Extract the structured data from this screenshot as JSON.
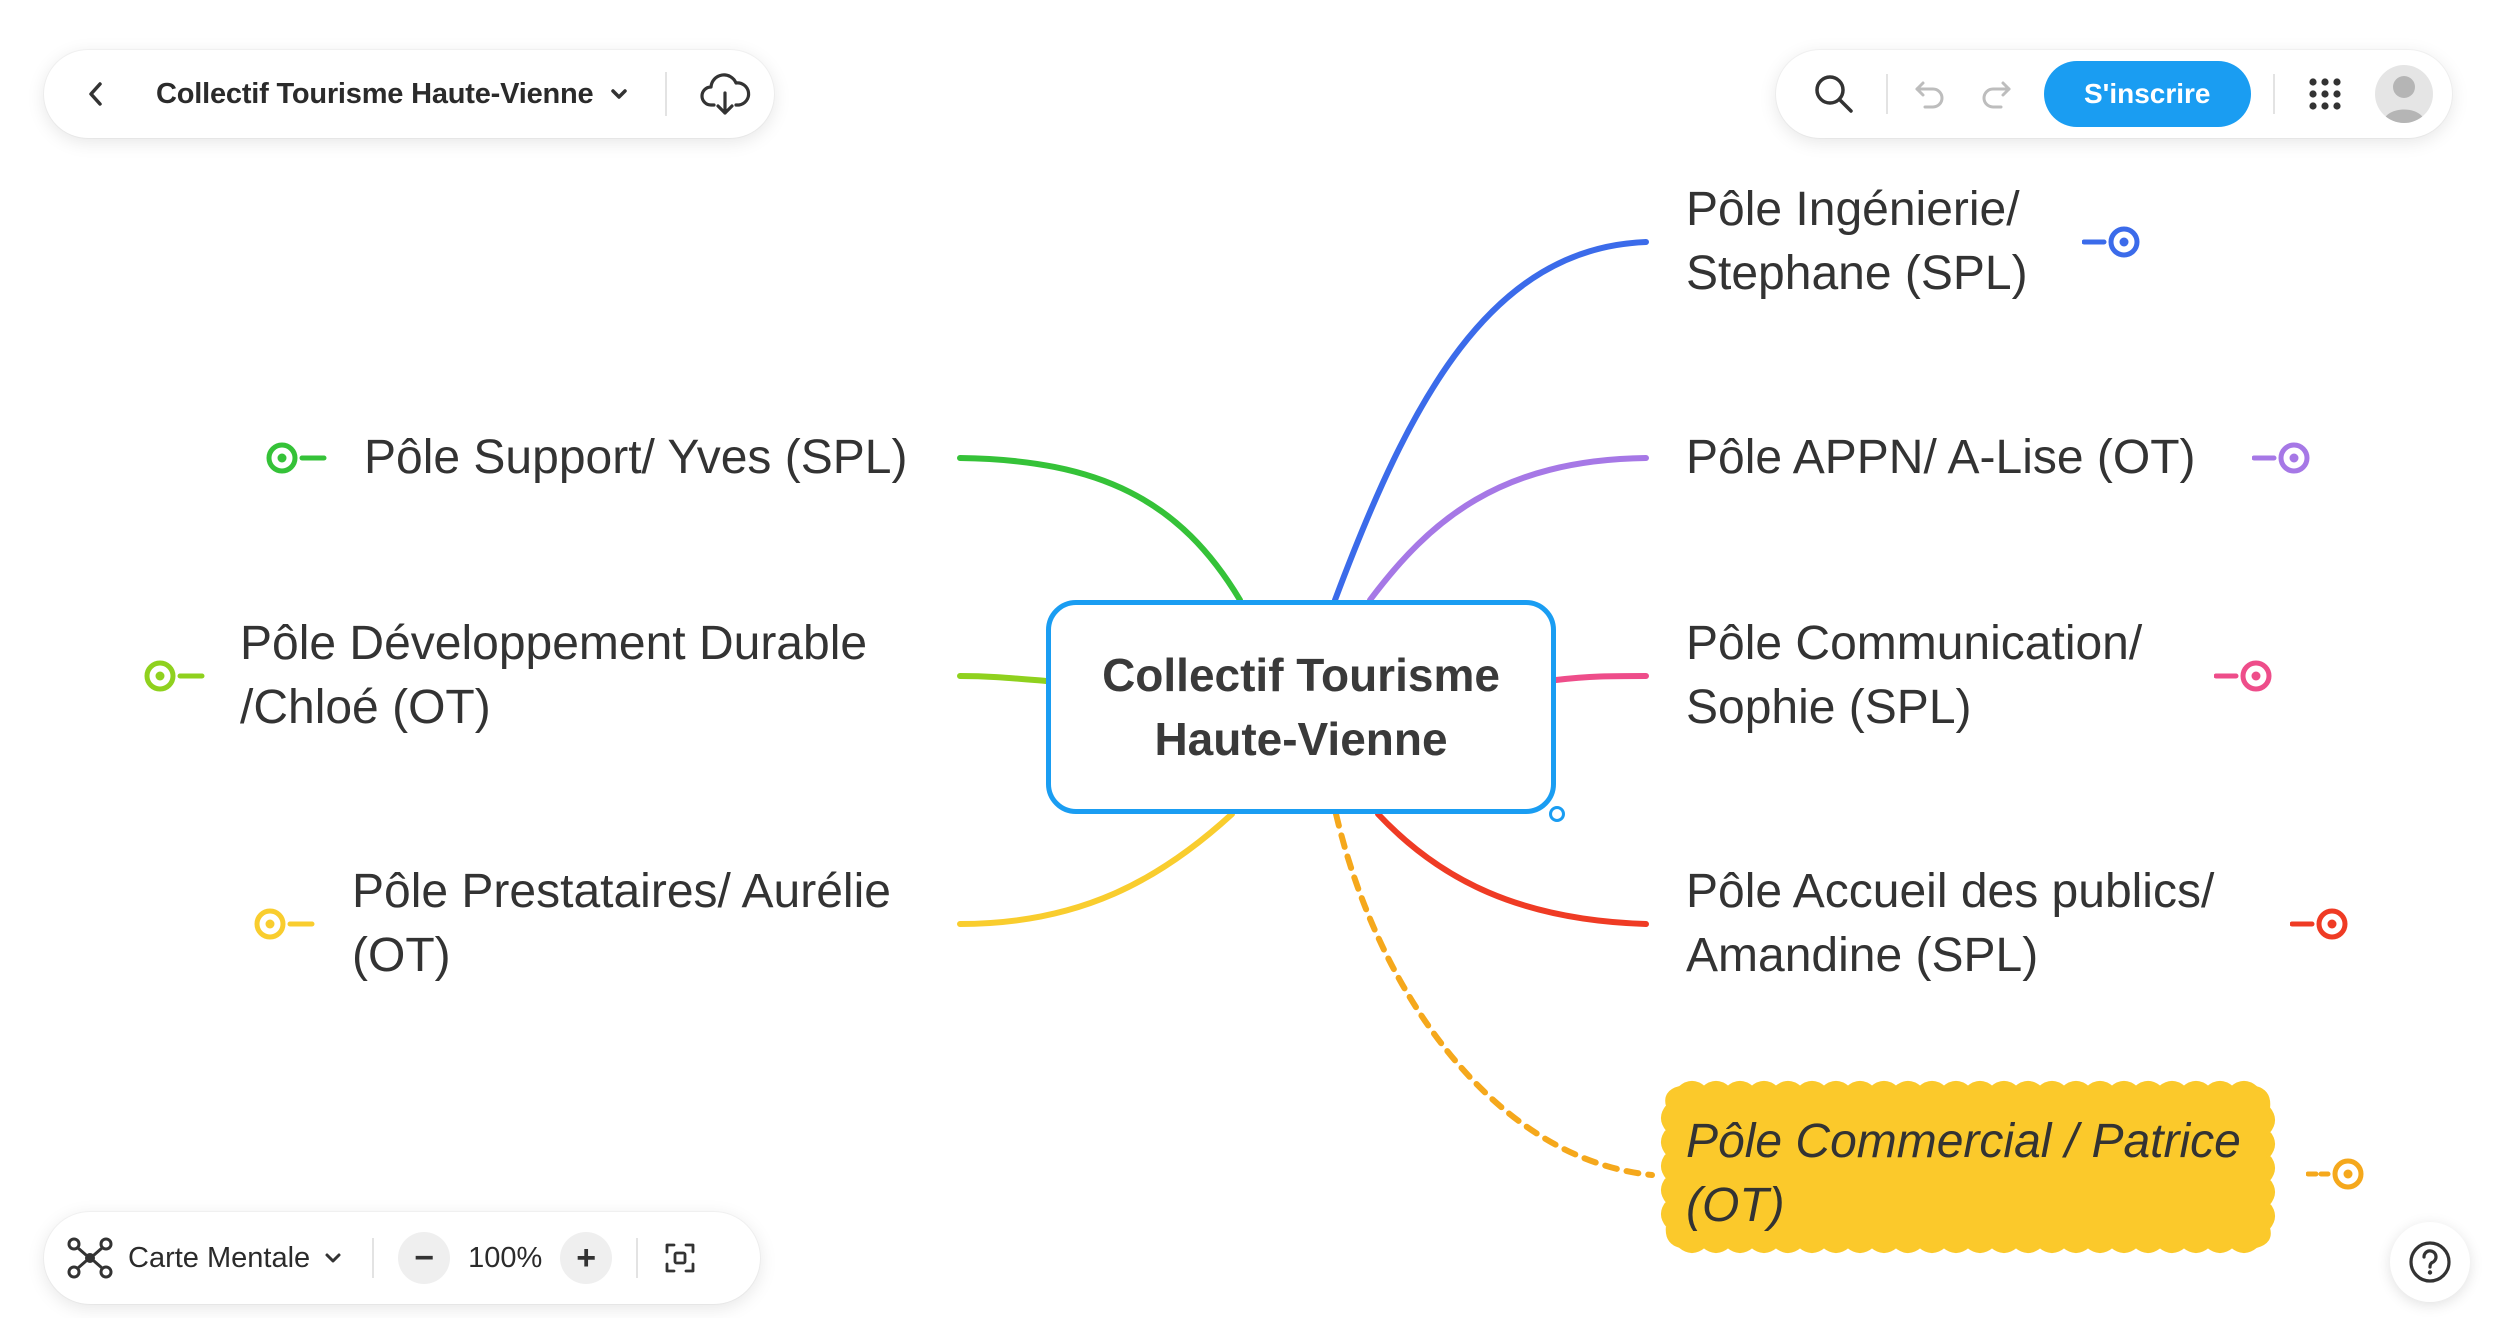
{
  "document": {
    "title": "Collectif Tourisme Haute-Vienne"
  },
  "toolbar": {
    "signup_label": "S'inscrire"
  },
  "central_topic": {
    "line1": "Collectif Tourisme",
    "line2": "Haute-Vienne",
    "color": "#1a9df2"
  },
  "branches": [
    {
      "side": "right",
      "lines": [
        "Pôle Ingénierie/",
        "Stephane (SPL)"
      ],
      "color": "#3b6bea"
    },
    {
      "side": "right",
      "lines": [
        "Pôle APPN/ A-Lise (OT)"
      ],
      "color": "#a678e6"
    },
    {
      "side": "right",
      "lines": [
        "Pôle Communication/",
        "Sophie (SPL)"
      ],
      "color": "#ee4d8a"
    },
    {
      "side": "right",
      "lines": [
        "Pôle Accueil des publics/",
        "Amandine (SPL)"
      ],
      "color": "#ef3b24"
    },
    {
      "side": "right",
      "lines": [
        "Pôle Commercial / Patrice",
        "(OT)"
      ],
      "color": "#f5a81c",
      "fill": "#fbc92b",
      "style": "dashed-italic"
    },
    {
      "side": "left",
      "lines": [
        "Pôle Support/ Yves (SPL)"
      ],
      "color": "#35c238"
    },
    {
      "side": "left",
      "lines": [
        "Pôle Développement Durable",
        "/Chloé (OT)"
      ],
      "color": "#8fd11e"
    },
    {
      "side": "left",
      "lines": [
        "Pôle Prestataires/ Aurélie",
        "(OT)"
      ],
      "color": "#f9cd2e"
    }
  ],
  "view_bar": {
    "view_label": "Carte Mentale",
    "zoom_label": "100%",
    "zoom_out_label": "−",
    "zoom_in_label": "+"
  },
  "icons": {
    "back": "chevron-left-icon",
    "caret": "chevron-down-icon",
    "cloud": "cloud-download-icon",
    "search": "search-icon",
    "undo": "undo-icon",
    "redo": "redo-icon",
    "apps": "grid-icon",
    "avatar": "user-icon",
    "view": "mind-map-icon",
    "fit": "fit-screen-icon",
    "help": "help-icon"
  }
}
